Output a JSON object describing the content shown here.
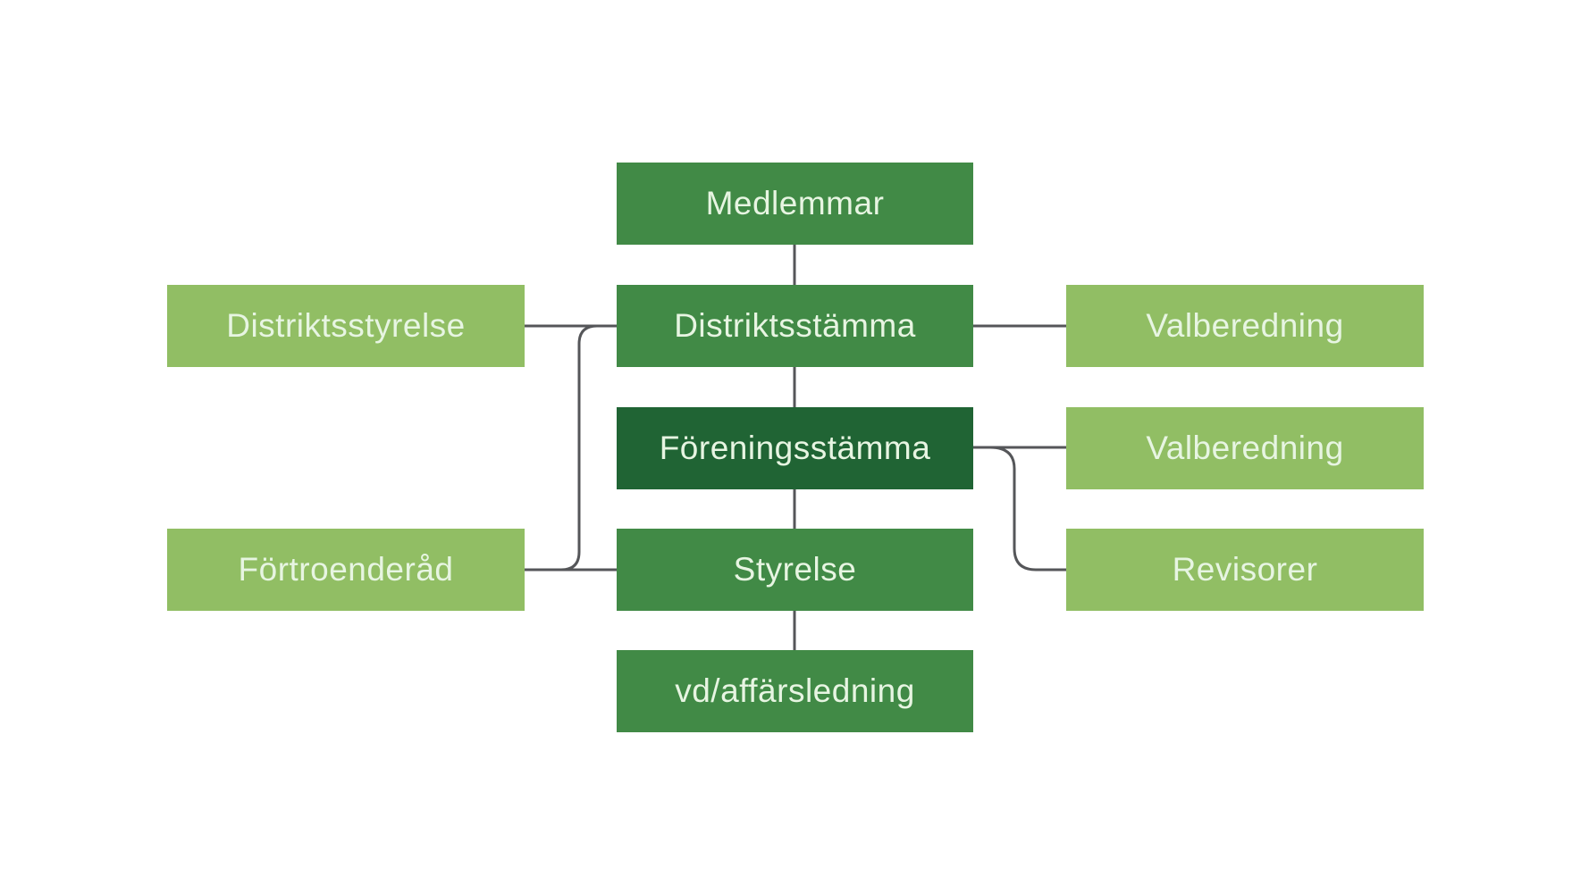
{
  "diagram": {
    "nodes": {
      "medlemmar": {
        "label": "Medlemmar",
        "color_role": "medium-green"
      },
      "distriktsstyrelse": {
        "label": "Distriktsstyrelse",
        "color_role": "light-green"
      },
      "distriktsstamma": {
        "label": "Distriktsstämma",
        "color_role": "medium-green"
      },
      "valberedning_distrikt": {
        "label": "Valberedning",
        "color_role": "light-green"
      },
      "foreningsstamma": {
        "label": "Föreningsstämma",
        "color_role": "dark-green"
      },
      "valberedning_forening": {
        "label": "Valberedning",
        "color_role": "light-green"
      },
      "fortroenderad": {
        "label": "Förtroenderåd",
        "color_role": "light-green"
      },
      "styrelse": {
        "label": "Styrelse",
        "color_role": "medium-green"
      },
      "revisorer": {
        "label": "Revisorer",
        "color_role": "light-green"
      },
      "vd_affarsledning": {
        "label": "vd/affärsledning",
        "color_role": "medium-green"
      }
    },
    "edges": [
      {
        "from": "medlemmar",
        "to": "distriktsstamma"
      },
      {
        "from": "distriktsstamma",
        "to": "foreningsstamma"
      },
      {
        "from": "foreningsstamma",
        "to": "styrelse"
      },
      {
        "from": "styrelse",
        "to": "vd_affarsledning"
      },
      {
        "from": "distriktsstyrelse",
        "to": "distriktsstamma"
      },
      {
        "from": "distriktsstamma",
        "to": "valberedning_distrikt"
      },
      {
        "from": "foreningsstamma",
        "to": "valberedning_forening"
      },
      {
        "from": "fortroenderad",
        "to": "styrelse"
      },
      {
        "from": "distriktsstamma",
        "to": "fortroenderad"
      },
      {
        "from": "foreningsstamma",
        "to": "revisorer"
      }
    ],
    "colors": {
      "node_green_medium": "#418A46",
      "node_green_dark": "#206434",
      "node_green_light": "#91BE64",
      "connector_gray": "#555659",
      "label_text": "#E7F5E2",
      "background": "#FFFFFF"
    }
  }
}
